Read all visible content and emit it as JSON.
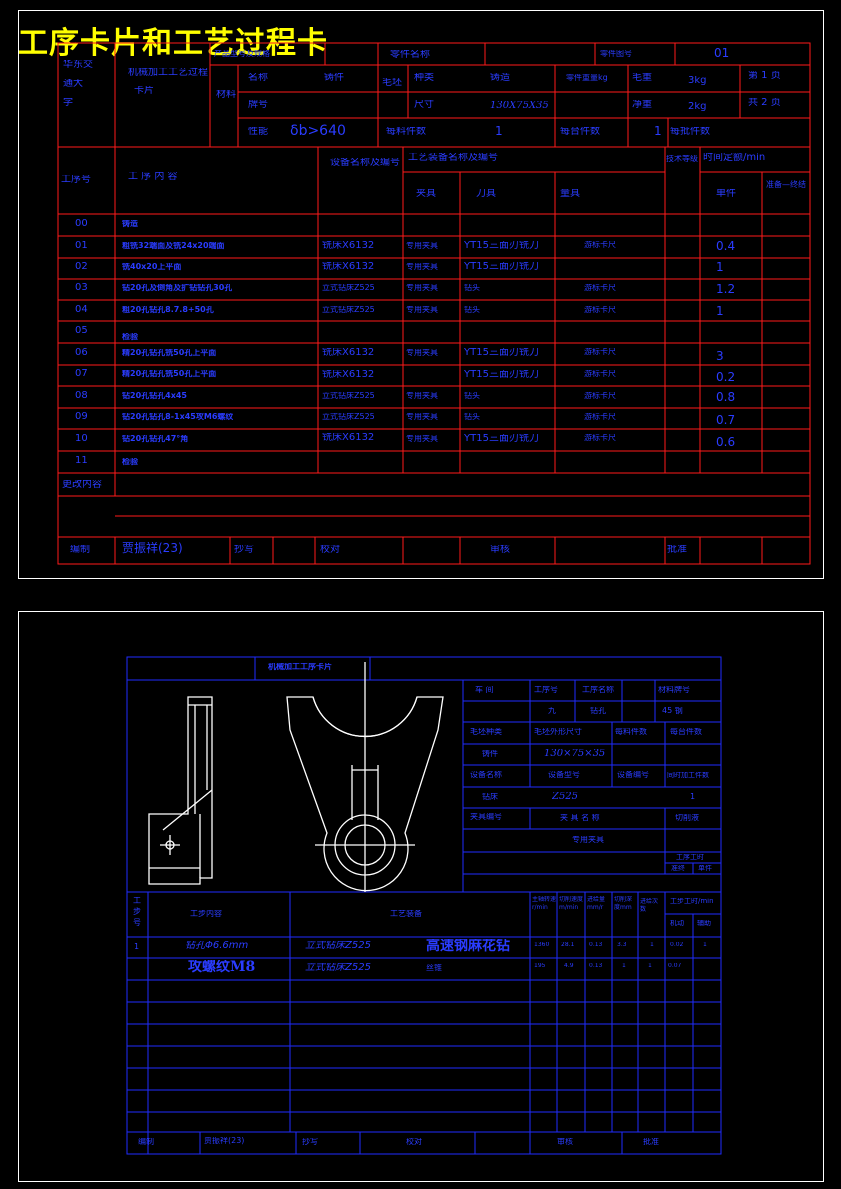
{
  "title": "工序卡片和工艺过程卡",
  "card1": {
    "header": {
      "unit_lines": [
        "华东交",
        "通大",
        "学"
      ],
      "card_name_lines": [
        "机械加工工艺过程",
        "卡片"
      ],
      "product_model_label": "产品型号及规格",
      "part_name_label": "零件名称",
      "part_drawing_label": "零件图号",
      "part_drawing_value": "01",
      "material_label": "材料",
      "name_label": "名称",
      "name_value": "铸件",
      "blank_label": "毛坯",
      "type_label": "种类",
      "type_value": "铸造",
      "part_weight_label": "零件重量kg",
      "gross_label": "毛重",
      "gross_value": "3kg",
      "page_label": "第 1 页",
      "grade_label": "牌号",
      "size_label": "尺寸",
      "size_value": "130X75X35",
      "net_label": "净重",
      "net_value": "2kg",
      "total_label": "共 2 页",
      "perf_label": "性能",
      "perf_value": "δb>640",
      "per_blank_label": "每料件数",
      "per_blank_value": "1",
      "per_unit_label": "每台件数",
      "per_unit_value": "1",
      "batch_label": "每批件数"
    },
    "table_header": {
      "op_no": "工序号",
      "op_content": "工 序 内 容",
      "equipment": "设备名称及编号",
      "tooling": "工艺装备名称及编号",
      "fixture": "夹具",
      "tool": "刀具",
      "gauge": "量具",
      "tech_grade": "技术等级",
      "time_quota": "时间定额/min",
      "single": "单件",
      "prep": "准备—终结"
    },
    "rows": [
      {
        "no": "00",
        "content": "铸造",
        "equip": "",
        "fixture": "",
        "tool": "",
        "gauge": "",
        "time": ""
      },
      {
        "no": "01",
        "content": "粗铣32端面及铣24x20端面",
        "equip": "铣床X6132",
        "fixture": "专用夹具",
        "tool": "YT15三面刃铣刀",
        "gauge": "游标卡尺",
        "time": "0.4"
      },
      {
        "no": "02",
        "content": "铣40x20上平面",
        "equip": "铣床X6132",
        "fixture": "专用夹具",
        "tool": "YT15三面刃铣刀",
        "gauge": "",
        "time": "1"
      },
      {
        "no": "03",
        "content": "钻20孔及倒角及扩钻钻孔30孔",
        "equip": "立式钻床Z525",
        "fixture": "专用夹具",
        "tool": "钻头",
        "gauge": "游标卡尺",
        "time": "1.2"
      },
      {
        "no": "04",
        "content": "粗20孔钻孔8.7.8+50孔",
        "equip": "立式钻床Z525",
        "fixture": "专用夹具",
        "tool": "钻头",
        "gauge": "游标卡尺",
        "time": "1"
      },
      {
        "no": "05",
        "content": "检验",
        "equip": "",
        "fixture": "",
        "tool": "",
        "gauge": "",
        "time": ""
      },
      {
        "no": "06",
        "content": "精20孔钻孔铣50孔上平面",
        "equip": "铣床X6132",
        "fixture": "专用夹具",
        "tool": "YT15三面刃铣刀",
        "gauge": "游标卡尺",
        "time": "3"
      },
      {
        "no": "07",
        "content": "精20孔钻孔铣50孔上平面",
        "equip": "铣床X6132",
        "fixture": "",
        "tool": "YT15三面刃铣刀",
        "gauge": "游标卡尺",
        "time": "0.2"
      },
      {
        "no": "08",
        "content": "钻20孔钻孔4x45",
        "equip": "立式钻床Z525",
        "fixture": "专用夹具",
        "tool": "钻头",
        "gauge": "游标卡尺",
        "time": "0.8"
      },
      {
        "no": "09",
        "content": "钻20孔钻孔8-1x45攻M6螺纹",
        "equip": "立式钻床Z525",
        "fixture": "专用夹具",
        "tool": "钻头",
        "gauge": "游标卡尺",
        "time": "0.7"
      },
      {
        "no": "10",
        "content": "钻20孔钻孔47°角",
        "equip": "铣床X6132",
        "fixture": "专用夹具",
        "tool": "YT15三面刃铣刀",
        "gauge": "游标卡尺",
        "time": "0.6"
      },
      {
        "no": "11",
        "content": "检验",
        "equip": "",
        "fixture": "",
        "tool": "",
        "gauge": "",
        "time": ""
      }
    ],
    "change_label": "更改内容",
    "footer": {
      "design_label": "编制",
      "design_value": "贾振祥(23)",
      "copy_label": "抄写",
      "check_label": "校对",
      "review_label": "审核",
      "approve_label": "批准"
    }
  },
  "card2": {
    "card_title": "机械加工工序卡片",
    "info": {
      "shop_label": "车 间",
      "op_no_label": "工序号",
      "op_name_label": "工序名称",
      "material_label": "材料牌号",
      "op_no_value": "九",
      "op_name_value": "钻孔",
      "material_value": "45 钢",
      "blank_type_label": "毛坯种类",
      "blank_size_label": "毛坯外形尺寸",
      "per_blank_label": "每料件数",
      "per_unit_label": "每台件数",
      "blank_type_value": "铸件",
      "blank_size_value": "130×75×35",
      "equip_name_label": "设备名称",
      "equip_model_label": "设备型号",
      "equip_no_label": "设备编号",
      "concurrent_label": "同时加工件数",
      "equip_name_value": "钻床",
      "equip_model_value": "Z525",
      "concurrent_value": "1",
      "fixture_no_label": "夹具编号",
      "fixture_name_label": "夹 具 名 称",
      "coolant_label": "切削液",
      "fixture_name_value": "专用夹具",
      "time_label": "工序工时",
      "prep_label": "准终",
      "single_label": "单件"
    },
    "steps_header": {
      "step_no": "工步号",
      "step_content": "工步内容",
      "equipment": "工艺装备",
      "spindle": "主轴转速r/min",
      "cut_speed": "切削速度m/min",
      "feed": "进给量mm/r",
      "depth": "切削深度mm",
      "passes": "进给次数",
      "hours": "工步工时/min",
      "machine": "机动",
      "aux": "辅助"
    },
    "steps": [
      {
        "no": "1",
        "content": "钻孔Φ6.6mm",
        "equip": "立式钻床Z525",
        "tool": "高速钢麻花钻",
        "spindle": "1360",
        "speed": "28.1",
        "feed": "0.13",
        "depth": "3.3",
        "passes": "1",
        "machine": "0.02",
        "aux": "1"
      },
      {
        "no": "",
        "content": "攻螺纹M8",
        "equip": "立式钻床Z525",
        "tool": "丝锥",
        "spindle": "195",
        "speed": "4.9",
        "feed": "0.13",
        "depth": "1",
        "passes": "1",
        "machine": "0.07",
        "aux": ""
      }
    ],
    "footer": {
      "design_label": "编制",
      "design_value": "贾振祥(23)",
      "copy_label": "抄写",
      "check_label": "校对",
      "review_label": "审核",
      "approve_label": "批准"
    }
  }
}
